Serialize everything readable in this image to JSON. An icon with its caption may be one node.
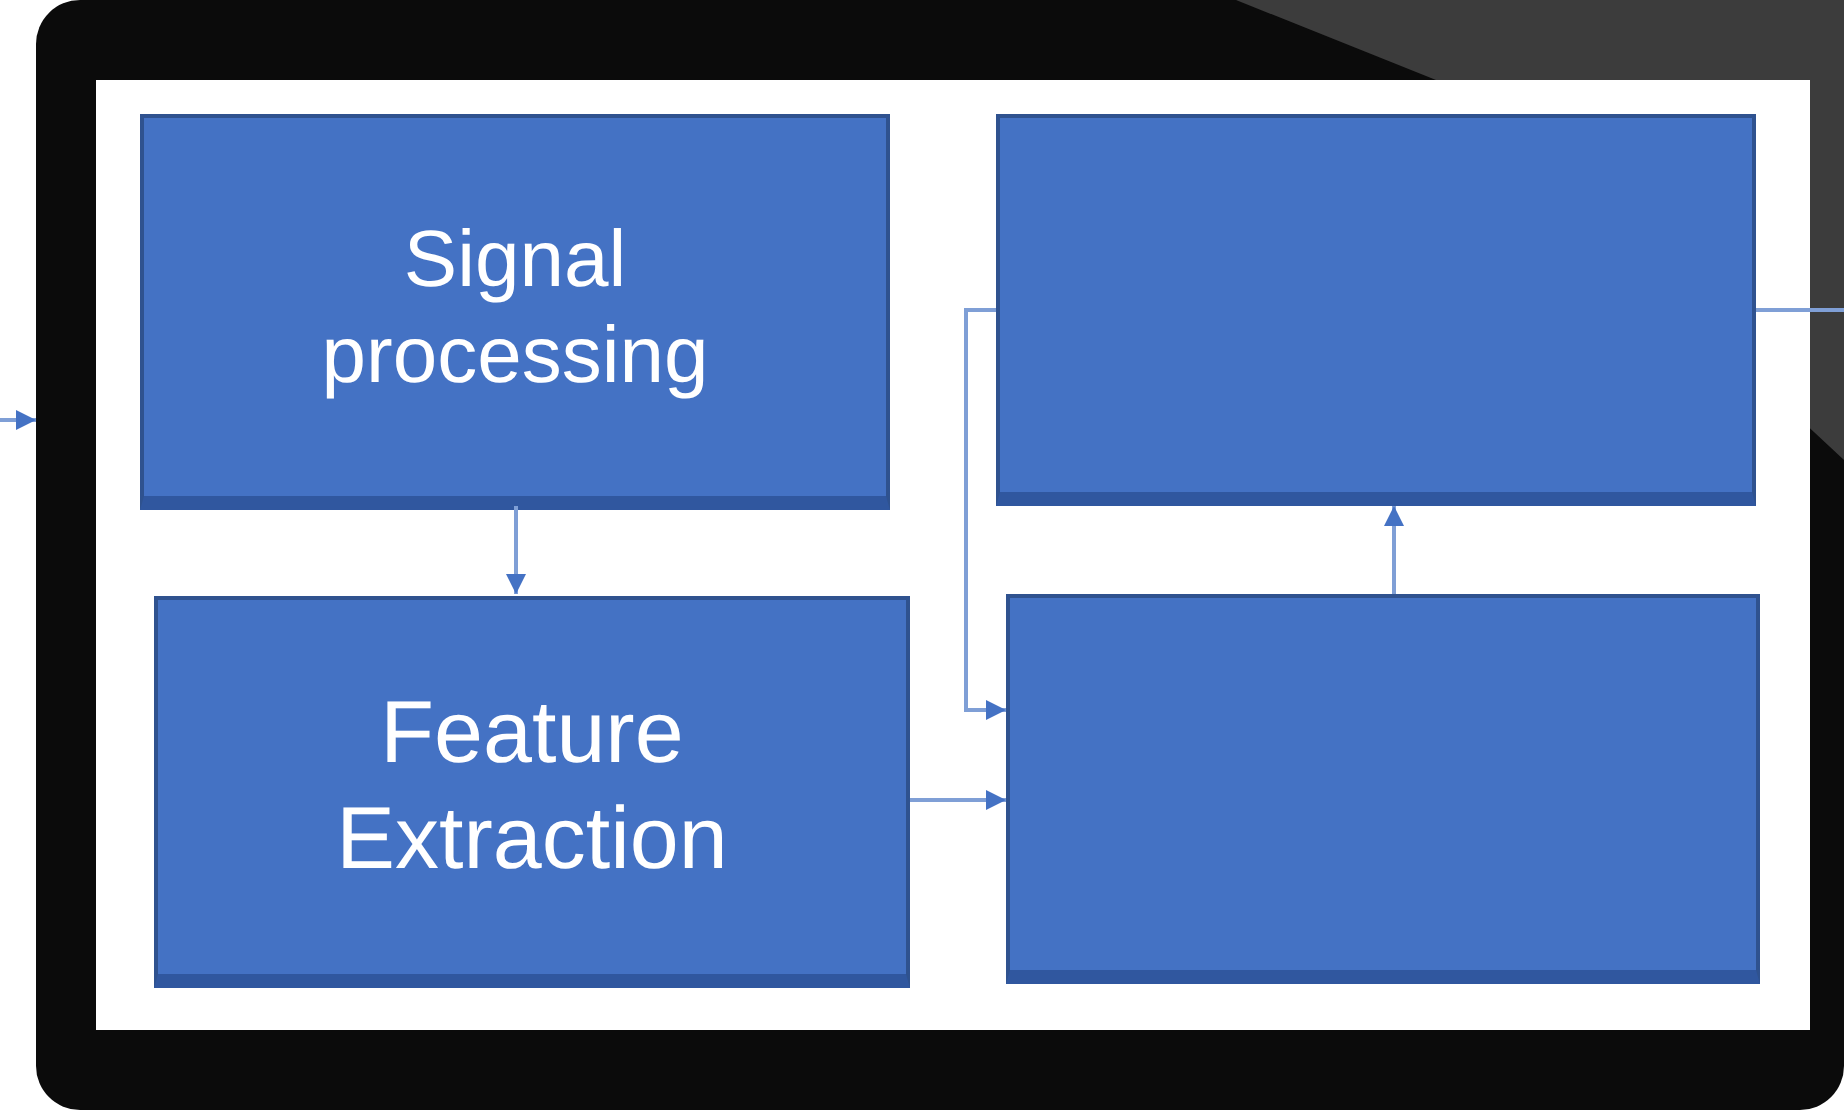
{
  "diagram": {
    "nodes": [
      {
        "text": [],
        "shape": "picture"
      },
      {
        "text": [
          "Signal processing"
        ],
        "in": 0
      },
      {
        "text": [],
        "shape": "box",
        "in": 0
      },
      {
        "text": [
          "Feature Extraction"
        ],
        "in": 0
      },
      {
        "text": [],
        "shape": "box",
        "in": 0
      }
    ],
    "edges": [
      {
        "from": null,
        "to": 0,
        "arrow": "to"
      },
      {
        "from": 1,
        "to": 3,
        "arrow": "to"
      },
      {
        "from": 3,
        "to": 4,
        "arrow": "to"
      },
      {
        "from": 4,
        "to": 2,
        "arrow": "to"
      },
      {
        "from": 2,
        "to": 4,
        "arrow": "to"
      },
      {
        "from": 2,
        "to": null,
        "arrow": "none"
      }
    ]
  }
}
